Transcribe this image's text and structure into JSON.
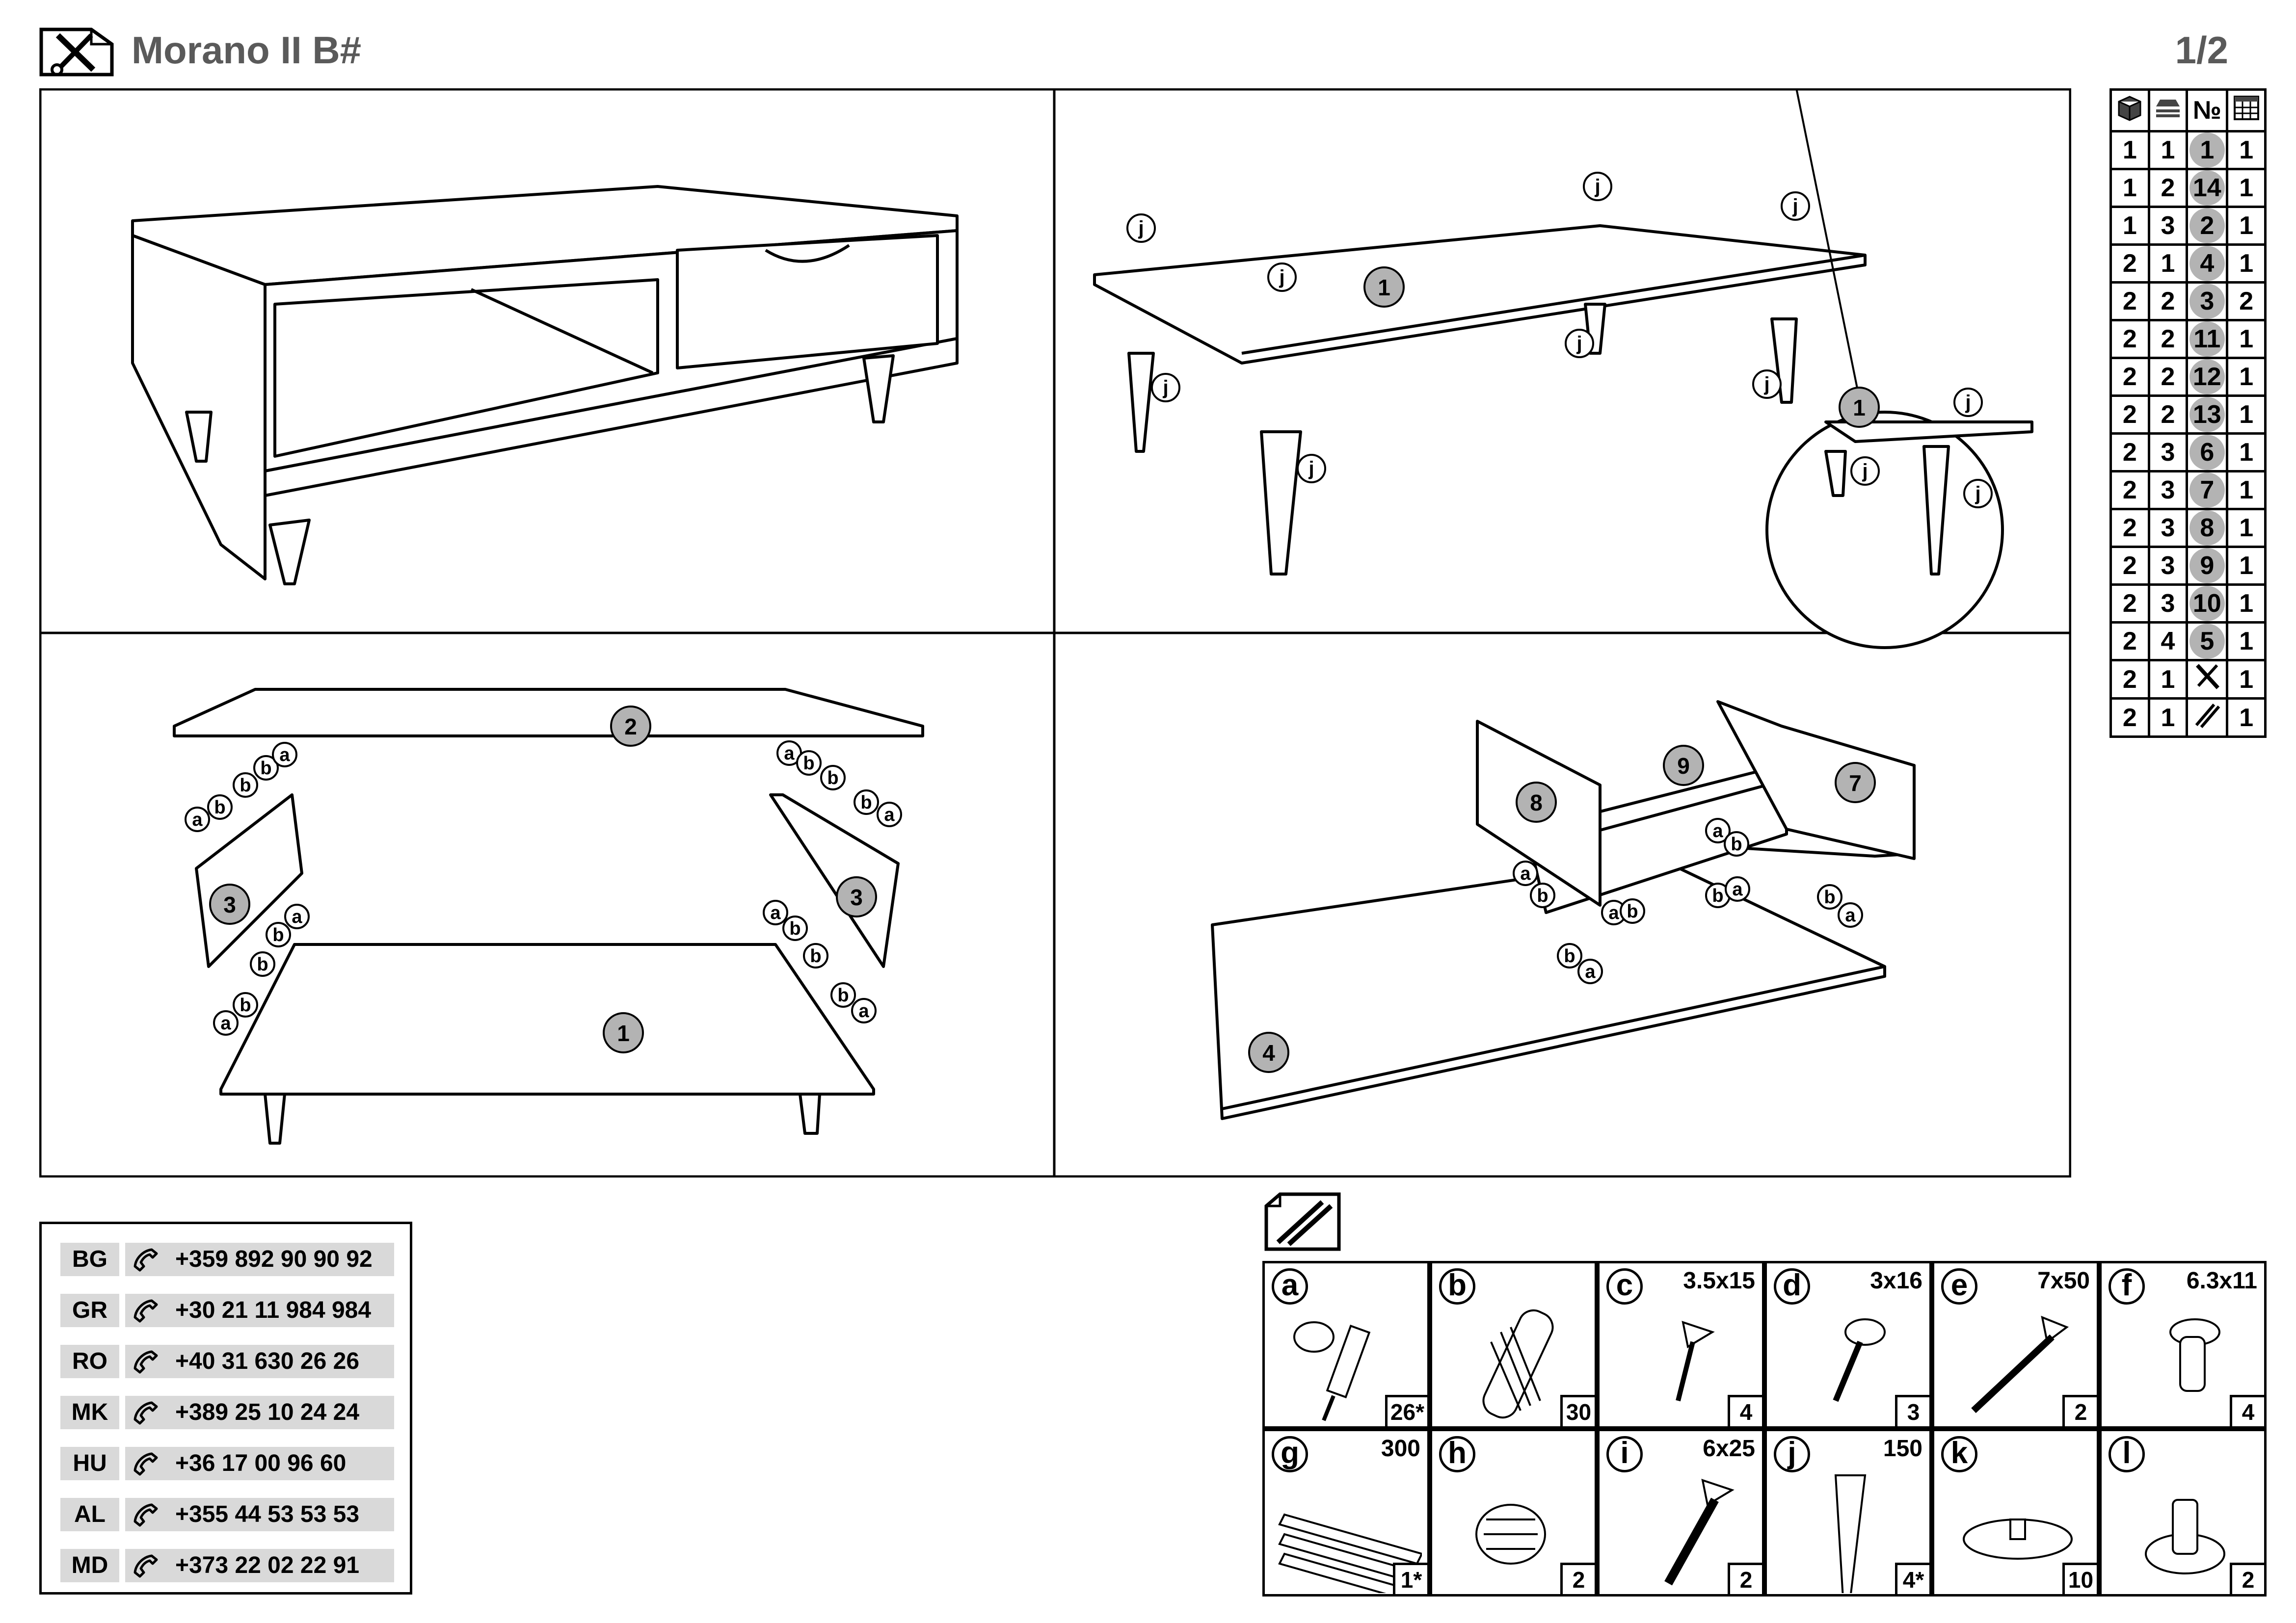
{
  "header": {
    "title": "Morano II B#",
    "page": "1/2",
    "icon": "tools-icon"
  },
  "steps": {
    "step2": {
      "labels": {
        "part": "1",
        "dowel": "j"
      }
    },
    "step3": {
      "labels": {
        "top": "2",
        "side": "3",
        "bottom": "1",
        "a": "a",
        "b": "b"
      }
    },
    "step4": {
      "labels": {
        "base": "4",
        "left": "8",
        "back": "9",
        "right": "7",
        "a": "a",
        "b": "b"
      }
    }
  },
  "parts_table": {
    "header_icons": [
      "box-icon",
      "layers-icon",
      "number-sign",
      "calendar-grid-icon"
    ],
    "header_number": "№",
    "rows": [
      {
        "c1": "1",
        "c2": "1",
        "no": "1",
        "qty": "1"
      },
      {
        "c1": "1",
        "c2": "2",
        "no": "14",
        "qty": "1"
      },
      {
        "c1": "1",
        "c2": "3",
        "no": "2",
        "qty": "1"
      },
      {
        "c1": "2",
        "c2": "1",
        "no": "4",
        "qty": "1"
      },
      {
        "c1": "2",
        "c2": "2",
        "no": "3",
        "qty": "2"
      },
      {
        "c1": "2",
        "c2": "2",
        "no": "11",
        "qty": "1"
      },
      {
        "c1": "2",
        "c2": "2",
        "no": "12",
        "qty": "1"
      },
      {
        "c1": "2",
        "c2": "2",
        "no": "13",
        "qty": "1"
      },
      {
        "c1": "2",
        "c2": "3",
        "no": "6",
        "qty": "1"
      },
      {
        "c1": "2",
        "c2": "3",
        "no": "7",
        "qty": "1"
      },
      {
        "c1": "2",
        "c2": "3",
        "no": "8",
        "qty": "1"
      },
      {
        "c1": "2",
        "c2": "3",
        "no": "9",
        "qty": "1"
      },
      {
        "c1": "2",
        "c2": "3",
        "no": "10",
        "qty": "1"
      },
      {
        "c1": "2",
        "c2": "4",
        "no": "5",
        "qty": "1"
      },
      {
        "c1": "2",
        "c2": "1",
        "no": "",
        "icon": "tools-icon",
        "qty": "1"
      },
      {
        "c1": "2",
        "c2": "1",
        "no": "",
        "icon": "screws-icon",
        "qty": "1"
      }
    ]
  },
  "phones": [
    {
      "code": "BG",
      "number": "+359 892 90 90 92"
    },
    {
      "code": "GR",
      "number": "+30 21 11 984 984"
    },
    {
      "code": "RO",
      "number": "+40 31 630 26 26"
    },
    {
      "code": "MK",
      "number": "+389 25 10 24 24"
    },
    {
      "code": "HU",
      "number": "+36 17 00 96 60"
    },
    {
      "code": "AL",
      "number": "+355 44 53 53 53"
    },
    {
      "code": "MD",
      "number": "+373 22 02 22 91"
    }
  ],
  "hardware": {
    "icon": "screws-icon",
    "items": [
      {
        "letter": "a",
        "size": "",
        "qty": "26*"
      },
      {
        "letter": "b",
        "size": "",
        "qty": "30"
      },
      {
        "letter": "c",
        "size": "3.5x15",
        "qty": "4"
      },
      {
        "letter": "d",
        "size": "3x16",
        "qty": "3"
      },
      {
        "letter": "e",
        "size": "7x50",
        "qty": "2"
      },
      {
        "letter": "f",
        "size": "6.3x11",
        "qty": "4"
      },
      {
        "letter": "g",
        "size": "300",
        "qty": "1*"
      },
      {
        "letter": "h",
        "size": "",
        "qty": "2"
      },
      {
        "letter": "i",
        "size": "6x25",
        "qty": "2"
      },
      {
        "letter": "j",
        "size": "150",
        "qty": "4*"
      },
      {
        "letter": "k",
        "size": "",
        "qty": "10"
      },
      {
        "letter": "l",
        "size": "",
        "qty": "2"
      }
    ]
  },
  "colors": {
    "badge": "#b3b3b3",
    "label_bg": "#d9d9d9",
    "header_text": "#5a5a5a"
  }
}
